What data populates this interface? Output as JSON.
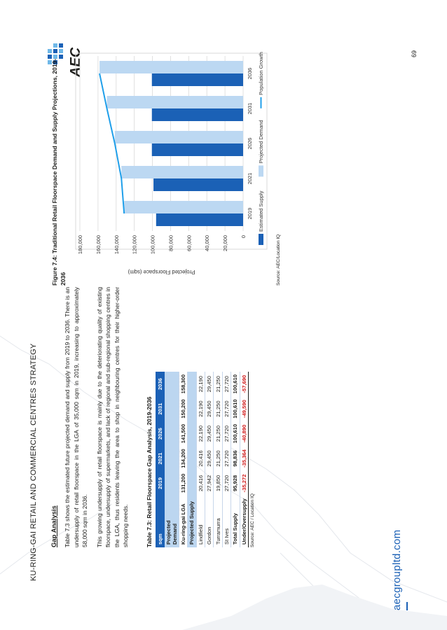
{
  "header": {
    "title": "KU-RING-GAI RETAIL AND COMMERCIAL CENTRES STRATEGY"
  },
  "logo": {
    "text": "AEC"
  },
  "section": {
    "heading": "Gap Analysis",
    "para1": "Table 7.3 shows the estimated future projected demand and supply from 2019 to 2036. There is an undersupply of retail floorspace in the LGA of 35,000 sqm in 2019, increasing to approximately 58,000 sqm in 2036.",
    "para2": "This growing undersupply of retail floorspace is mainly due to the deteriorating quality of existing floorspace, undersupply of supermarkets, and lack of regional and sub-regional shopping centres in the LGA, thus residents leaving the area to shop in neighbouring centres for their higher-order shopping needs."
  },
  "table": {
    "title": "Table 7.3: Retail Floorspace Gap Analysis, 2019-2036",
    "headers": [
      "sqm",
      "2019",
      "2021",
      "2026",
      "2031",
      "2036"
    ],
    "rows": {
      "projected_demand": {
        "label": "Projected Demand"
      },
      "kuringgai": {
        "label": "Ku-ring-gai LGA",
        "v": [
          "131,200",
          "134,200",
          "141,500",
          "150,200",
          "158,300"
        ]
      },
      "projected_supply": {
        "label": "Projected Supply"
      },
      "lindfield": {
        "label": "Lindfield",
        "v": [
          "20,416",
          "20,416",
          "22,190",
          "22,190",
          "22,190"
        ]
      },
      "gordon": {
        "label": "Gordon",
        "v": [
          "27,942",
          "29,450",
          "29,450",
          "29,450",
          "29,450"
        ]
      },
      "turramurra": {
        "label": "Turramurra",
        "v": [
          "19,850",
          "21,250",
          "21,250",
          "21,250",
          "21,250"
        ]
      },
      "stives": {
        "label": "St Ives",
        "v": [
          "27,720",
          "27,720",
          "27,720",
          "27,720",
          "27,720"
        ]
      },
      "total": {
        "label": "Total Supply",
        "v": [
          "95,928",
          "98,836",
          "100,610",
          "100,610",
          "100,610"
        ]
      },
      "under": {
        "label": "Under/Oversupply",
        "v": [
          "-35,272",
          "-35,364",
          "-40,890",
          "-49,590",
          "-57,690"
        ]
      }
    },
    "source": "Source: AEC / Location IQ"
  },
  "figure": {
    "title": "Figure 7.4: Traditional Retail Floorspace Demand and Supply Projections, 2019-2036",
    "source": "Source: AEC/Location IQ",
    "colors": {
      "supply": "#1b61b6",
      "demand": "#bcd8f2",
      "population": "#1f9fea"
    }
  },
  "chart_data": {
    "type": "bar",
    "categories": [
      "2019",
      "2021",
      "2026",
      "2031",
      "2036"
    ],
    "series": [
      {
        "name": "Estimated Supply",
        "values": [
          95928,
          98836,
          100610,
          100610,
          100610
        ]
      },
      {
        "name": "Projected Demand",
        "values": [
          131200,
          134200,
          141500,
          150200,
          158300
        ]
      },
      {
        "name": "Population Growth",
        "type": "line",
        "values": [
          131200,
          134200,
          141500,
          150200,
          158300
        ]
      }
    ],
    "ylabel": "Projected Floorspace (sqm)",
    "xlabel": "",
    "ylim": [
      0,
      180000
    ],
    "yticks": [
      "0",
      "20,000",
      "40,000",
      "60,000",
      "80,000",
      "100,000",
      "120,000",
      "140,000",
      "160,000",
      "180,000"
    ],
    "grid": true,
    "legend_position": "bottom"
  },
  "footer": {
    "url": "aecgroupltd.com",
    "page_number": "69"
  }
}
